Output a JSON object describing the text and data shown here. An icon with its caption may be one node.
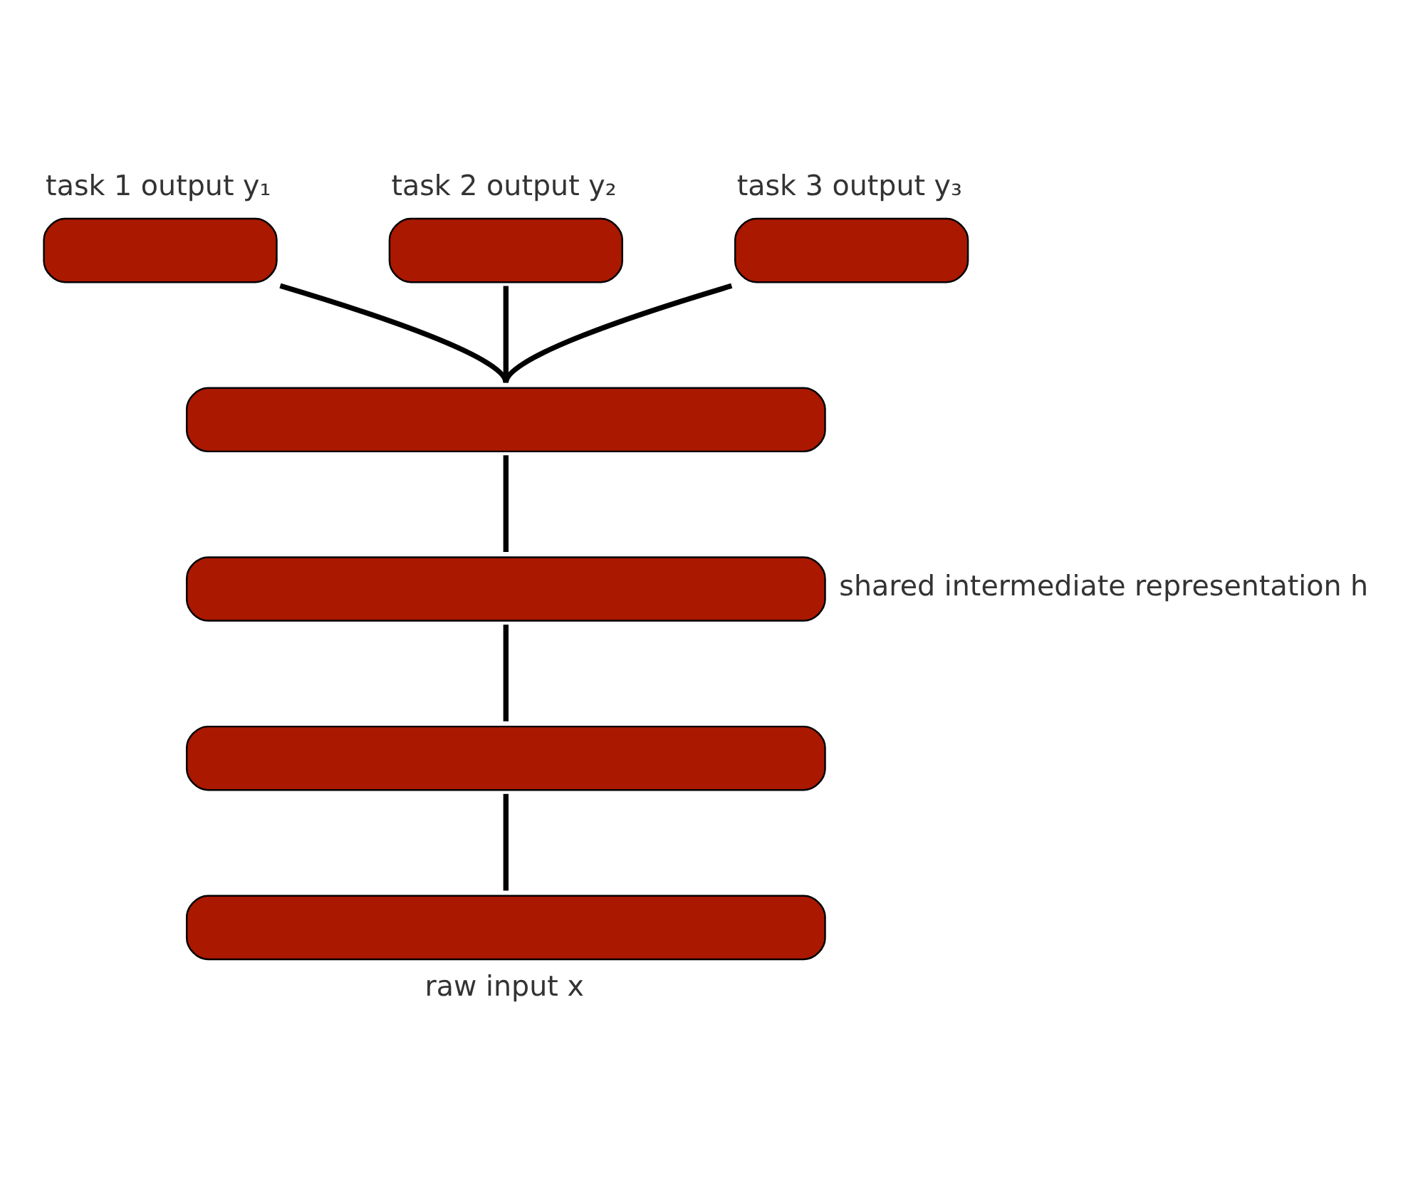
{
  "diagram": {
    "nodes": [
      {
        "text": [
          "task 1 output y₁"
        ]
      },
      {
        "text": [
          "task 2 output y₂"
        ]
      },
      {
        "text": [
          "task 3 output y₃"
        ]
      },
      {
        "text": [],
        "shape": "bar"
      },
      {
        "text": [],
        "shape": "bar",
        "beside": [
          "shared intermediate representation h"
        ]
      },
      {
        "text": [],
        "shape": "bar"
      },
      {
        "text": [
          "raw input x"
        ]
      }
    ],
    "edges": [
      {
        "from": 0,
        "to": 3,
        "arrow": "none"
      },
      {
        "from": 1,
        "to": 3,
        "arrow": "none"
      },
      {
        "from": 2,
        "to": 3,
        "arrow": "none"
      },
      {
        "from": 3,
        "to": 4,
        "arrow": "none"
      },
      {
        "from": 4,
        "to": 5,
        "arrow": "none"
      },
      {
        "from": 5,
        "to": 6,
        "arrow": "none"
      }
    ]
  }
}
